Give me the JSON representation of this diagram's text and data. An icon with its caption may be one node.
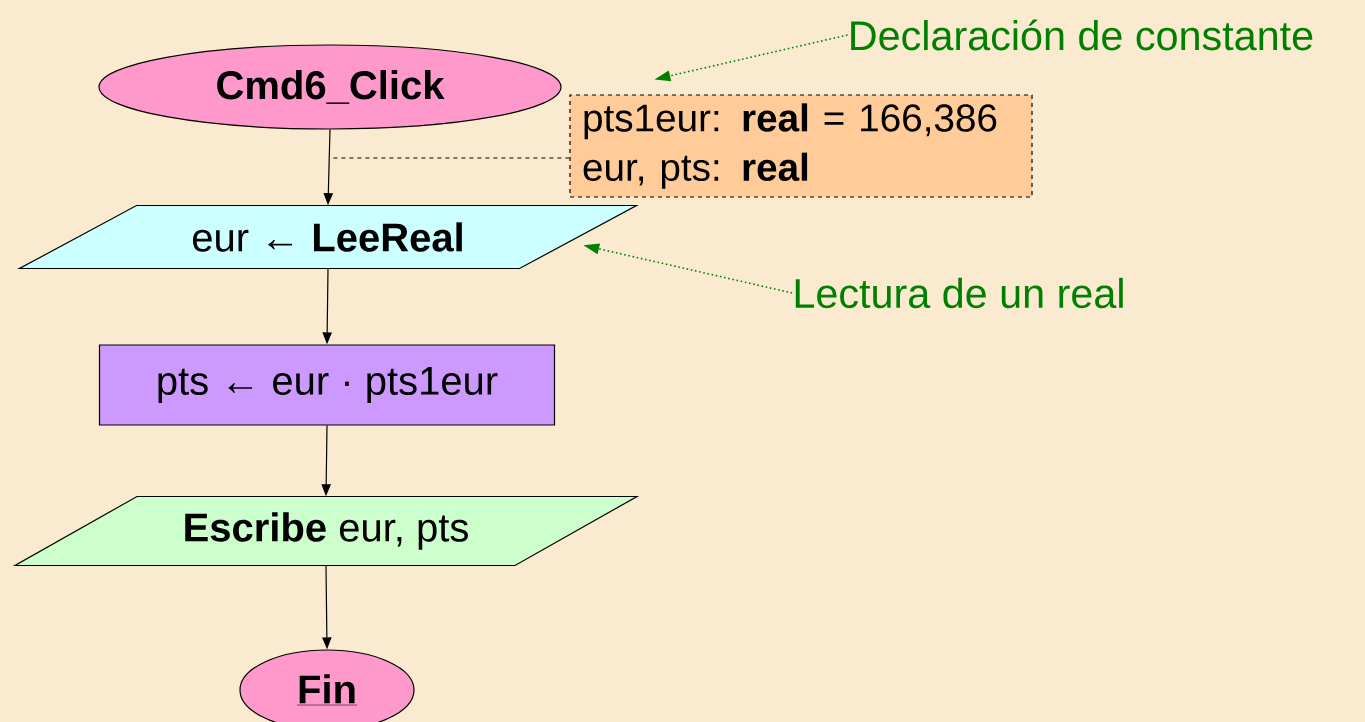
{
  "diagram": {
    "nodes": [
      {
        "text": [
          "Cmd6_Click"
        ]
      },
      {
        "text": [
          "pts1eur: **real** = 166,386",
          "eur, pts: **real**"
        ]
      },
      {
        "text": [
          "eur ← **LeeReal**"
        ]
      },
      {
        "text": [
          "pts ← eur · pts1eur"
        ]
      },
      {
        "text": [
          "**Escribe** eur, pts"
        ]
      },
      {
        "text": [
          "Fin"
        ]
      },
      {
        "text": [
          "Declaración de constante"
        ]
      },
      {
        "text": [
          "Lectura de un real"
        ]
      }
    ],
    "edges": [
      {
        "from": 0,
        "to": 2,
        "arrow": "to"
      },
      {
        "from": 2,
        "to": 3,
        "arrow": "to"
      },
      {
        "from": 3,
        "to": 4,
        "arrow": "to"
      },
      {
        "from": 4,
        "to": 5,
        "arrow": "to"
      },
      {
        "from": 1,
        "to": null,
        "arrow": "none",
        "style": "dashed"
      },
      {
        "from": 6,
        "to": 1,
        "arrow": "to",
        "style": "dashed",
        "color": "#008000"
      },
      {
        "from": 7,
        "to": 2,
        "arrow": "to",
        "style": "dashed",
        "color": "#008000"
      }
    ]
  }
}
